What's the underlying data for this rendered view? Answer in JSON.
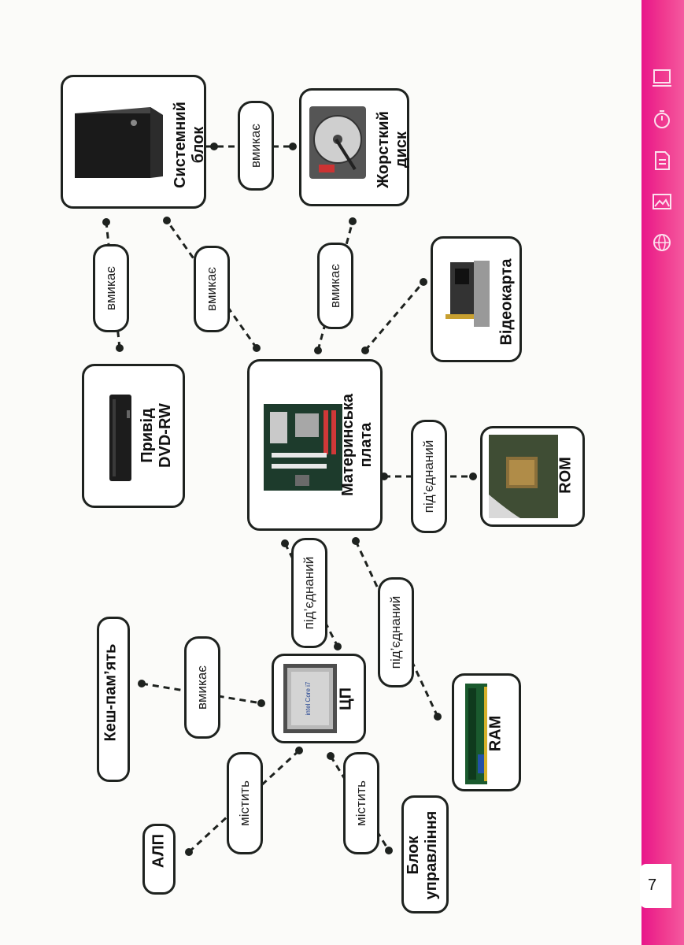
{
  "nodes": {
    "system_unit": "Системний\nблок",
    "hard_disk": "Жорсткий\nдиск",
    "videocard": "Відеокарта",
    "dvd": "Привід\nDVD-RW",
    "motherboard": "Материнська\nплата",
    "rom": "ROM",
    "cache": "Кеш-пам’ять",
    "cpu": "ЦП",
    "ram": "RAM",
    "alu": "АЛП",
    "control_unit": "Блок\nуправління"
  },
  "edges": {
    "system_hdd": "вмикає",
    "dvd_system": "вмикає",
    "mb_system": "вмикає",
    "mb_hdd": "вмикає",
    "mb_rom": "під’єднаний",
    "cpu_mb": "під’єднаний",
    "ram_mb": "під’єднаний",
    "cpu_cache": "вмикає",
    "cpu_alu": "містить",
    "cpu_control": "містить"
  },
  "cpu_chip_text": "intel Core i7",
  "page": {
    "number": "7"
  },
  "sidebar": {
    "icons": [
      "monitor-icon",
      "timer-icon",
      "document-icon",
      "image-icon",
      "globe-icon"
    ]
  },
  "colors": {
    "accent": "#e8158a",
    "line": "#1e221f"
  }
}
